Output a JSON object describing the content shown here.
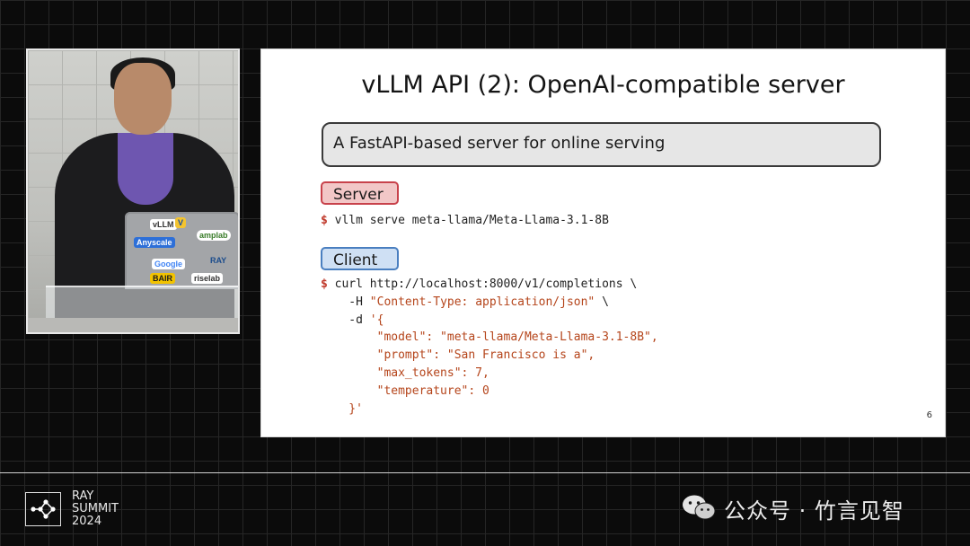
{
  "slide": {
    "title": "vLLM API (2): OpenAI-compatible server",
    "description": "A FastAPI-based server for online serving",
    "server_label": "Server",
    "server_prompt": "$",
    "server_command": " vllm serve meta-llama/Meta-Llama-3.1-8B",
    "client_label": "Client",
    "client_prompt": "$",
    "client_cmd_line1": " curl http://localhost:8000/v1/completions \\",
    "client_cmd_line2_pre": "    -H ",
    "client_cmd_line2_str": "\"Content-Type: application/json\"",
    "client_cmd_line2_post": " \\",
    "client_cmd_line3_pre": "    -d ",
    "client_cmd_line3_str": "'{",
    "json_line1": "        \"model\": \"meta-llama/Meta-Llama-3.1-8B\",",
    "json_line2": "        \"prompt\": \"San Francisco is a\",",
    "json_line3": "        \"max_tokens\": 7,",
    "json_line4": "        \"temperature\": 0",
    "json_close": "    }'",
    "page_number": "6"
  },
  "speaker_video": {
    "stickers": [
      "vLLM",
      "V",
      "Anyscale",
      "amplab",
      "RAY",
      "Google",
      "BAIR",
      "riselab"
    ]
  },
  "footer": {
    "logo_line1": "RAY",
    "logo_line2": "SUMMIT",
    "logo_line3": "2024",
    "watermark": "公众号 · 竹言见智",
    "icon": "wechat-icon"
  },
  "colors": {
    "background": "#0b0b0b",
    "server_tag_fill": "#f2c7c7",
    "server_tag_border": "#c8424b",
    "client_tag_fill": "#cfe0f4",
    "client_tag_border": "#4a7fc0",
    "code_string": "#b5451b"
  }
}
